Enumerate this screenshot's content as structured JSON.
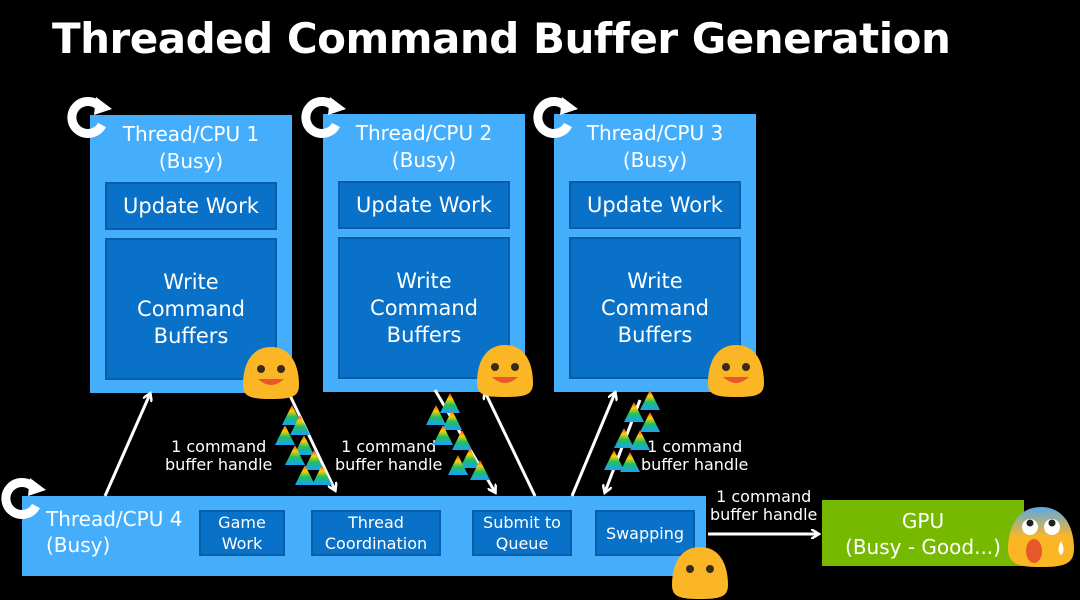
{
  "title": "Threaded Command Buffer Generation",
  "threads": [
    {
      "name": "Thread/CPU 1",
      "status": "(Busy)",
      "update": "Update Work",
      "write": [
        "Write",
        "Command",
        "Buffers"
      ]
    },
    {
      "name": "Thread/CPU 2",
      "status": "(Busy)",
      "update": "Update Work",
      "write": [
        "Write",
        "Command",
        "Buffers"
      ]
    },
    {
      "name": "Thread/CPU 3",
      "status": "(Busy)",
      "update": "Update Work",
      "write": [
        "Write",
        "Command",
        "Buffers"
      ]
    }
  ],
  "main_thread": {
    "name": "Thread/CPU 4",
    "status": "(Busy)",
    "tasks": [
      {
        "lines": [
          "Game",
          "Work"
        ]
      },
      {
        "lines": [
          "Thread",
          "Coordination"
        ]
      },
      {
        "lines": [
          "Submit to",
          "Queue"
        ]
      },
      {
        "lines": [
          "Swapping"
        ]
      }
    ]
  },
  "handle_label": [
    "1 command",
    "buffer handle"
  ],
  "gpu": {
    "name": "GPU",
    "status": "(Busy - Good...)"
  },
  "colors": {
    "thread_bg": "#45aefc",
    "inner_box": "#0971c8",
    "gpu": "#76b900",
    "background": "#000000"
  },
  "icons": {
    "refresh": "refresh-icon",
    "happy_face": "smiling-face-icon",
    "scared_face": "fearful-face-icon",
    "triangles": "command-buffer-triangles-icon"
  }
}
